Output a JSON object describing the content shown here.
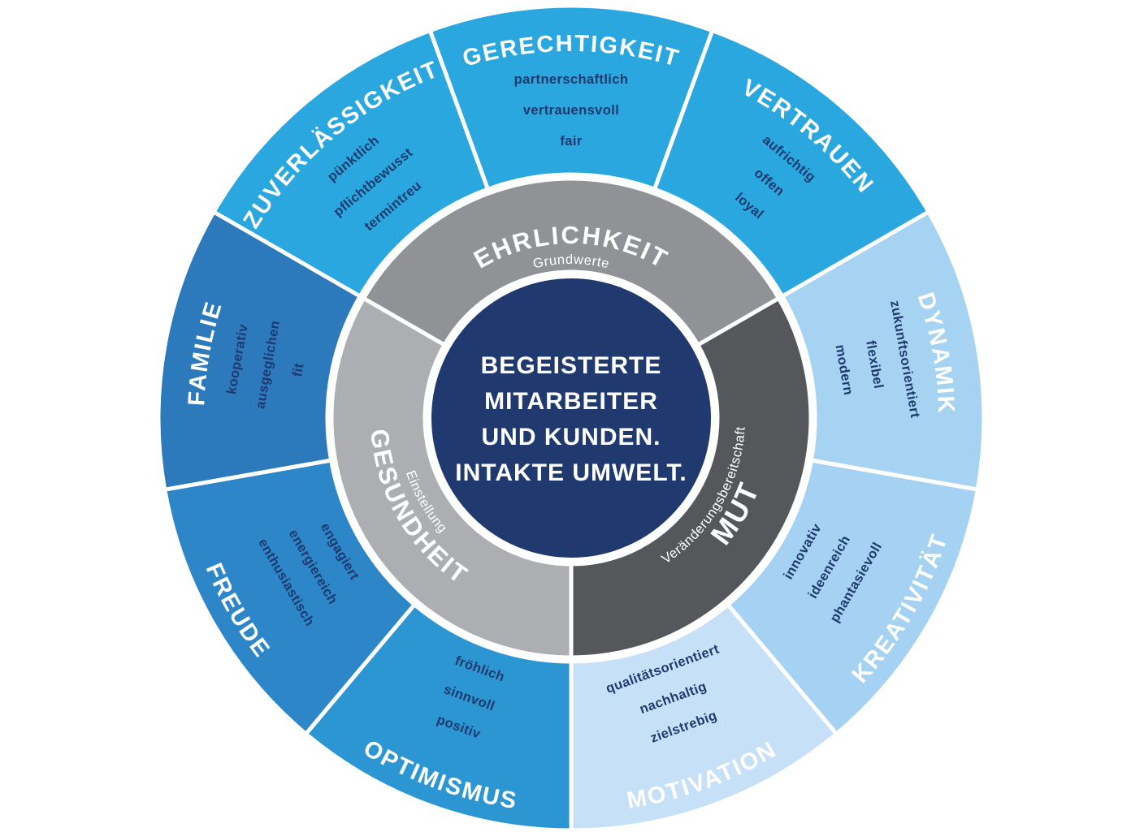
{
  "center": {
    "lines": [
      "BEGEISTERTE",
      "MITARBEITER",
      "UND KUNDEN.",
      "INTAKTE UMWELT."
    ],
    "color": "#203A70",
    "text_color": "#FFFFFF"
  },
  "keyword_color": "#1E3A6E",
  "inner_ring": [
    {
      "label": "EHRLICHKEIT",
      "sublabel": "Grundwerte",
      "color": "#909295"
    },
    {
      "label": "MUT",
      "sublabel": "Veränderungsbereitschaft",
      "color": "#55575A"
    },
    {
      "label": "GESUNDHEIT",
      "sublabel": "Einstellung",
      "color": "#ACAEB1"
    }
  ],
  "outer_ring": [
    {
      "label": "GERECHTIGKEIT",
      "keywords": [
        "partnerschaftlich",
        "vertrauensvoll",
        "fair"
      ],
      "color": "#29A7DE"
    },
    {
      "label": "VERTRAUEN",
      "keywords": [
        "aufrichtig",
        "offen",
        "loyal"
      ],
      "color": "#29A7DE"
    },
    {
      "label": "DYNAMIK",
      "keywords": [
        "zukunftsorientiert",
        "flexibel",
        "modern"
      ],
      "color": "#A7D3F2"
    },
    {
      "label": "KREATIVITÄT",
      "keywords": [
        "innovativ",
        "ideenreich",
        "phantasievoll"
      ],
      "color": "#A5D2F2"
    },
    {
      "label": "MOTIVATION",
      "keywords": [
        "qualitätsorientiert",
        "nachhaltig",
        "zielstrebig"
      ],
      "color": "#C6E0F7"
    },
    {
      "label": "OPTIMISMUS",
      "keywords": [
        "fröhlich",
        "sinnvoll",
        "positiv"
      ],
      "color": "#2C96D3"
    },
    {
      "label": "FREUDE",
      "keywords": [
        "engagiert",
        "energiereich",
        "enthusiastisch"
      ],
      "color": "#2C86C7"
    },
    {
      "label": "FAMILIE",
      "keywords": [
        "kooperativ",
        "ausgeglichen",
        "fit"
      ],
      "color": "#2C79BC"
    },
    {
      "label": "ZUVERLÄSSIGKEIT",
      "keywords": [
        "pünktlich",
        "pflichtbewusst",
        "termintreu"
      ],
      "color": "#29A7DE"
    }
  ]
}
